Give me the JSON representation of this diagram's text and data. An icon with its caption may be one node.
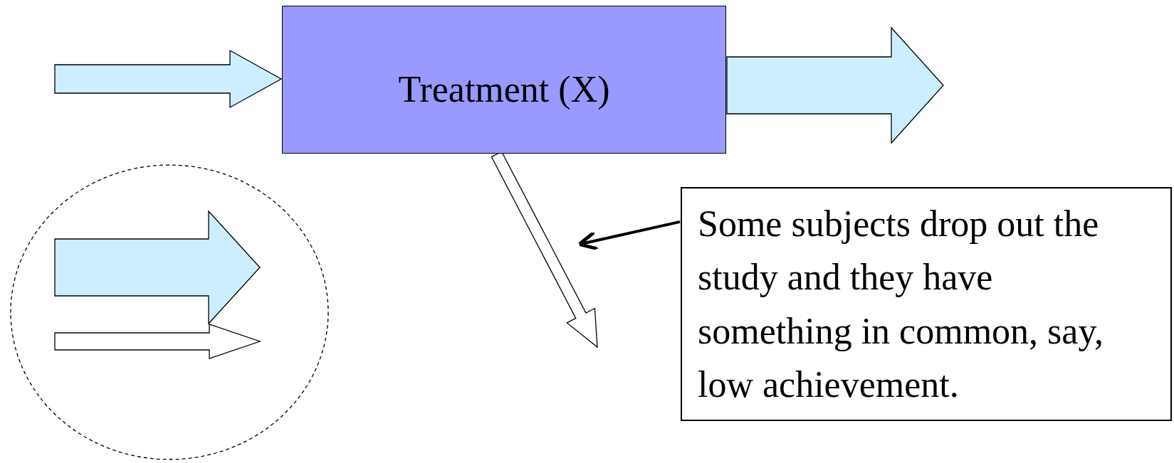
{
  "diagram": {
    "nodes": [
      {
        "text": [
          "Treatment (X)"
        ]
      },
      {
        "text": [],
        "shape": "circle"
      },
      {
        "text": [
          "Some subjects drop out the study and they have something in common, say, low achievement."
        ]
      }
    ],
    "edges": [
      {
        "from": null,
        "to": 0,
        "arrow": "to",
        "style": "thick"
      },
      {
        "from": 0,
        "to": null,
        "arrow": "to",
        "style": "thick"
      },
      {
        "from": 0,
        "to": null,
        "arrow": "to",
        "style": "thick",
        "color": "#ffffff"
      },
      {
        "from": 2,
        "to": null,
        "arrow": "to",
        "color": "#000000"
      }
    ]
  }
}
